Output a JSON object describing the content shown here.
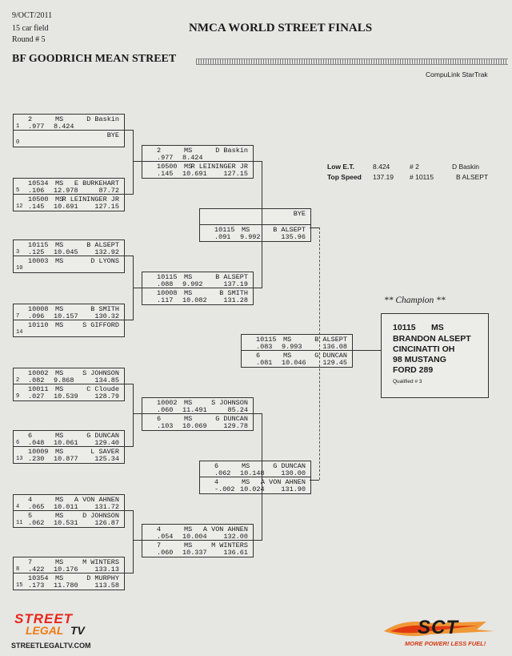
{
  "header": {
    "date": "9/OCT/2011",
    "field": "15 car field",
    "round": "Round # 5",
    "event": "NMCA WORLD STREET FINALS",
    "class": "BF GOODRICH MEAN STREET",
    "system": "CompuLink StarTrak"
  },
  "stats": {
    "low_et": {
      "label": "Low  E.T.",
      "et": "8.424",
      "car": "# 2",
      "driver": "D Baskin"
    },
    "top_speed": {
      "label": "Top Speed",
      "speed": "137.19",
      "car": "# 10115",
      "driver": "B ALSEPT"
    }
  },
  "round1": [
    {
      "top": {
        "car": "2",
        "cls": "MS",
        "driver": "D Baskin",
        "rt": ".977",
        "et": "8.424",
        "mph": "",
        "seed": "1"
      },
      "bot": {
        "car": "",
        "cls": "",
        "driver": "BYE",
        "rt": "",
        "et": "",
        "mph": "",
        "seed": "0"
      }
    },
    {
      "top": {
        "car": "10534",
        "cls": "MS",
        "driver": "E BURKEHART",
        "rt": ".106",
        "et": "12.978",
        "mph": "87.72",
        "seed": "5"
      },
      "bot": {
        "car": "10500",
        "cls": "MS",
        "driver": "R LEININGER JR",
        "rt": ".145",
        "et": "10.691",
        "mph": "127.15",
        "seed": "12"
      }
    },
    {
      "top": {
        "car": "10115",
        "cls": "MS",
        "driver": "B ALSEPT",
        "rt": ".125",
        "et": "10.045",
        "mph": "132.92",
        "seed": "3"
      },
      "bot": {
        "car": "10003",
        "cls": "MS",
        "driver": "D LYONS",
        "rt": "",
        "et": "",
        "mph": "",
        "seed": "10"
      }
    },
    {
      "top": {
        "car": "10008",
        "cls": "MS",
        "driver": "B SMITH",
        "rt": ".096",
        "et": "10.157",
        "mph": "130.32",
        "seed": "7"
      },
      "bot": {
        "car": "10110",
        "cls": "MS",
        "driver": "S GIFFORD",
        "rt": "",
        "et": "",
        "mph": "",
        "seed": "14"
      }
    },
    {
      "top": {
        "car": "10002",
        "cls": "MS",
        "driver": "S JOHNSON",
        "rt": ".082",
        "et": "9.868",
        "mph": "134.85",
        "seed": "2"
      },
      "bot": {
        "car": "10011",
        "cls": "MS",
        "driver": "C Cloude",
        "rt": ".027",
        "et": "10.539",
        "mph": "128.79",
        "seed": "9"
      }
    },
    {
      "top": {
        "car": "6",
        "cls": "MS",
        "driver": "G DUNCAN",
        "rt": ".048",
        "et": "10.061",
        "mph": "129.40",
        "seed": "6"
      },
      "bot": {
        "car": "10009",
        "cls": "MS",
        "driver": "L SAVER",
        "rt": ".230",
        "et": "10.877",
        "mph": "125.34",
        "seed": "13"
      }
    },
    {
      "top": {
        "car": "4",
        "cls": "MS",
        "driver": "A VON AHNEN",
        "rt": ".065",
        "et": "10.011",
        "mph": "131.72",
        "seed": "4"
      },
      "bot": {
        "car": "5",
        "cls": "MS",
        "driver": "D JOHNSON",
        "rt": ".062",
        "et": "10.531",
        "mph": "126.87",
        "seed": "11"
      }
    },
    {
      "top": {
        "car": "7",
        "cls": "MS",
        "driver": "M WINTERS",
        "rt": ".422",
        "et": "10.176",
        "mph": "133.13",
        "seed": "8"
      },
      "bot": {
        "car": "10354",
        "cls": "MS",
        "driver": "D MURPHY",
        "rt": ".173",
        "et": "11.780",
        "mph": "113.58",
        "seed": "15"
      }
    }
  ],
  "round2": [
    {
      "top": {
        "car": "2",
        "cls": "MS",
        "driver": "D Baskin",
        "rt": ".977",
        "et": "8.424",
        "mph": ""
      },
      "bot": {
        "car": "10500",
        "cls": "MS",
        "driver": "R LEININGER JR",
        "rt": ".145",
        "et": "10.691",
        "mph": "127.15"
      }
    },
    {
      "top": {
        "car": "10115",
        "cls": "MS",
        "driver": "B ALSEPT",
        "rt": ".088",
        "et": "9.992",
        "mph": "137.19"
      },
      "bot": {
        "car": "10008",
        "cls": "MS",
        "driver": "B SMITH",
        "rt": ".117",
        "et": "10.082",
        "mph": "131.28"
      }
    },
    {
      "top": {
        "car": "10002",
        "cls": "MS",
        "driver": "S JOHNSON",
        "rt": ".060",
        "et": "11.491",
        "mph": "85.24"
      },
      "bot": {
        "car": "6",
        "cls": "MS",
        "driver": "G DUNCAN",
        "rt": ".103",
        "et": "10.069",
        "mph": "129.78"
      }
    },
    {
      "top": {
        "car": "4",
        "cls": "MS",
        "driver": "A VON AHNEN",
        "rt": ".054",
        "et": "10.004",
        "mph": "132.00"
      },
      "bot": {
        "car": "7",
        "cls": "MS",
        "driver": "M WINTERS",
        "rt": ".060",
        "et": "10.337",
        "mph": "136.61"
      }
    }
  ],
  "round3": [
    {
      "top": {
        "car": "",
        "cls": "",
        "driver": "BYE",
        "rt": "",
        "et": "",
        "mph": ""
      },
      "bot": {
        "car": "10115",
        "cls": "MS",
        "driver": "B ALSEPT",
        "rt": ".091",
        "et": "9.992",
        "mph": "135.96"
      }
    },
    {
      "top": {
        "car": "6",
        "cls": "MS",
        "driver": "G DUNCAN",
        "rt": ".062",
        "et": "10.148",
        "mph": "130.00"
      },
      "bot": {
        "car": "4",
        "cls": "MS",
        "driver": "A VON AHNEN",
        "rt": "-.002",
        "et": "10.024",
        "mph": "131.90"
      }
    }
  ],
  "final": [
    {
      "top": {
        "car": "10115",
        "cls": "MS",
        "driver": "B ALSEPT",
        "rt": ".083",
        "et": "9.993",
        "mph": "136.08"
      },
      "bot": {
        "car": "6",
        "cls": "MS",
        "driver": "G DUNCAN",
        "rt": ".081",
        "et": "10.046",
        "mph": "129.45"
      }
    }
  ],
  "champion": {
    "label": "** Champion **",
    "car": "10115",
    "cls": "MS",
    "name": "BRANDON ALSEPT",
    "city": "CINCINATTI OH",
    "vehicle": "98 MUSTANG",
    "engine": "FORD 289",
    "qualified": "Qualified # 3"
  },
  "branding": {
    "left_logo_line1": "STREET",
    "left_logo_line2": "LEGAL",
    "left_logo_tv": "TV",
    "left_url": "STREETLEGALTV.COM",
    "right_logo": "SCT",
    "right_tagline": "MORE POWER! LESS FUEL!"
  }
}
